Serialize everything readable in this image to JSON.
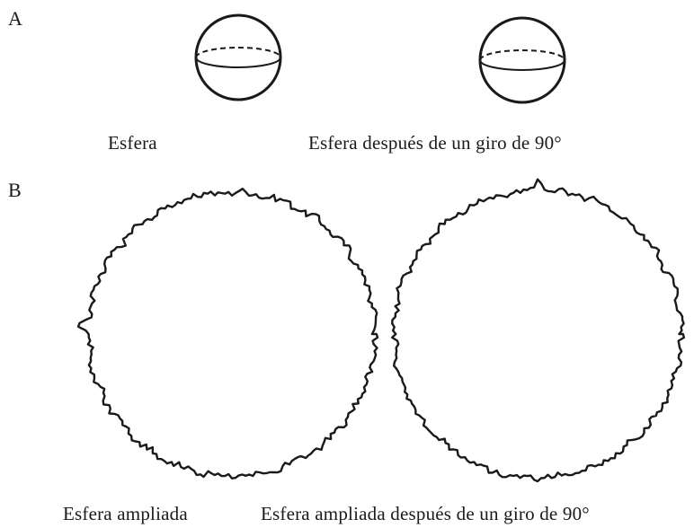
{
  "panels": {
    "a": {
      "label": "A",
      "left_caption": "Esfera",
      "right_caption": "Esfera después de un giro de 90°"
    },
    "b": {
      "label": "B",
      "left_caption": "Esfera ampliada",
      "right_caption": "Esfera ampliada después de un giro de 90°"
    }
  },
  "colors": {
    "ink": "#1a1a1a",
    "background": "#ffffff"
  }
}
